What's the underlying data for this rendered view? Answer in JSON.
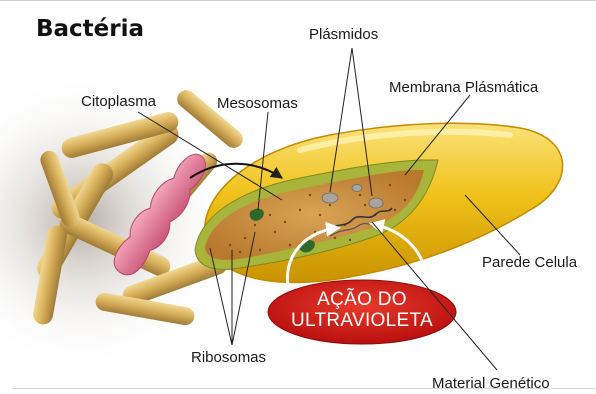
{
  "title": "Bactéria",
  "labels": {
    "plasmidos": "Plásmidos",
    "membrana": "Membrana Plásmática",
    "citoplasma": "Citoplasma",
    "mesosomas": "Mesosomas",
    "parede": "Parede Celula",
    "ribosomas": "Ribosomas",
    "material": "Material Genético"
  },
  "uv_badge": {
    "line1": "AÇÃO DO",
    "line2": "ULTRAVIOLETA"
  },
  "colors": {
    "cell_wall": "#f0c21a",
    "cytoplasm": "#c98a3a",
    "membrane": "#a9b43a",
    "bacilli": "#d9b25e",
    "dividing_cell": "#e07a98",
    "uv_badge": "#cc1a1a"
  }
}
